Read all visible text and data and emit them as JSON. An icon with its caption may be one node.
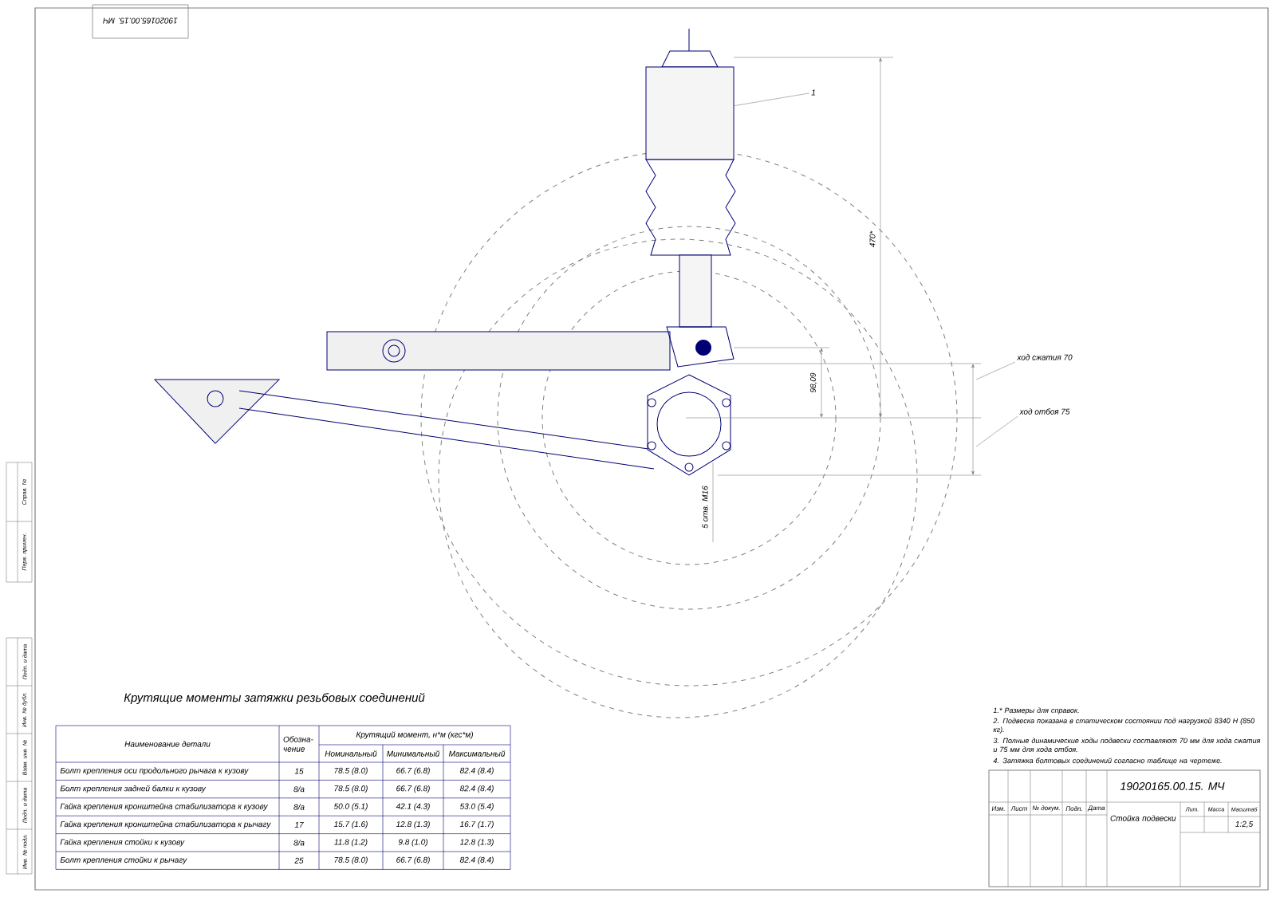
{
  "diagram": {
    "nodes": [
      {
        "text": [
          "1"
        ]
      },
      {
        "text": [],
        "shape": "box"
      },
      {
        "text": [
          "ход сжатия 70"
        ]
      },
      {
        "text": [
          "ход отбоя 75"
        ]
      }
    ],
    "edges": [
      {
        "from": 0,
        "to": 1,
        "arrow": "none"
      },
      {
        "from": 2,
        "to": null,
        "arrow": "none"
      },
      {
        "from": 3,
        "to": null,
        "arrow": "none"
      }
    ],
    "labels": [
      "19020165.00.15. МЧ",
      "470*",
      "98,09",
      "5 отв. М16",
      "Крутящие моменты затяжки резьбовых соединений",
      "Наименование детали",
      "Обозна-чение",
      "Крутящий момент, н*м (кгс*м)",
      "Номинальный",
      "Минимальный",
      "Максимальный",
      "Болт крепления оси продольного рычага к кузову",
      "15",
      "78.5 (8.0)",
      "66.7 (6.8)",
      "82.4 (8.4)",
      "Болт крепления задней балки к кузову",
      "8/а",
      "78.5 (8.0)",
      "66.7 (6.8)",
      "82.4 (8.4)",
      "Гайка крепления кронштейна стабилизатора к кузову",
      "8/а",
      "50.0 (5.1)",
      "42.1 (4.3)",
      "53.0 (5.4)",
      "Гайка крепления кронштейна стабилизатора к рычагу",
      "17",
      "15.7 (1.6)",
      "12.8 (1.3)",
      "16.7 (1.7)",
      "Гайка крепления стойки к кузову",
      "8/а",
      "11.8 (1.2)",
      "9.8 (1.0)",
      "12.8 (1.3)",
      "Болт крепления стойки к рычагу",
      "25",
      "78.5 (8.0)",
      "66.7 (6.8)",
      "82.4 (8.4)",
      "1.* Размеры для справок.",
      "2. Подвеска показана в статическом состоянии под нагрузкой 8340 Н (850 кг).",
      "3. Полные динамические ходы подвески составляют 70 мм для хода сжатия и 75 мм для хода отбоя.",
      "4. Затяжка болтовых соединений согласно таблице на чертеже.",
      "19020165.00.15. МЧ",
      "Стойка подвески",
      "Лит.",
      "Масса",
      "Масштаб",
      "1:2,5",
      "Изм.",
      "Лист",
      "№ докум.",
      "Подп.",
      "Дата",
      "Справ. №",
      "Перв. примен.",
      "Подп. и дата",
      "Инв. № дубл.",
      "Взам. инв. №",
      "Подп. и дата",
      "Инв. № подл."
    ]
  }
}
